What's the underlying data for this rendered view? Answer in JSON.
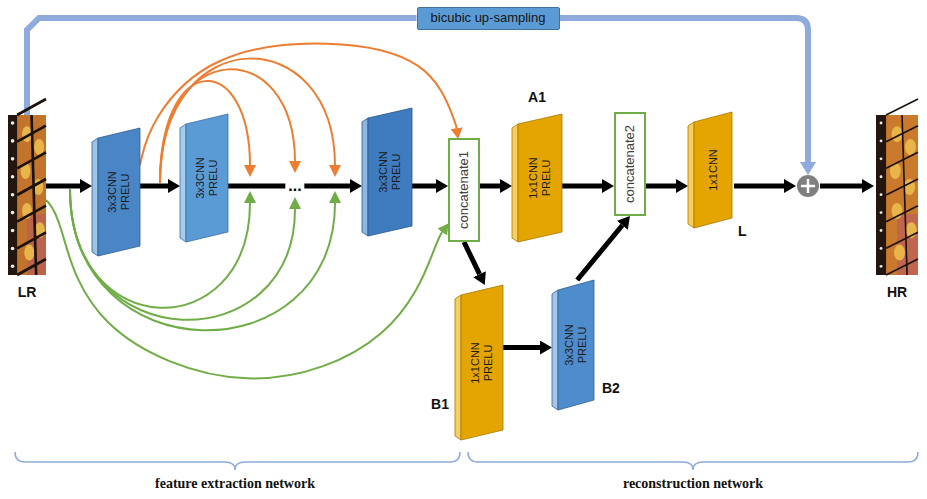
{
  "diagram": {
    "nodes": [
      {
        "text": [
          "bicubic up-sampling"
        ]
      },
      {
        "text": [
          "LR"
        ]
      },
      {
        "text": [
          "3x3CNN PRELU"
        ]
      },
      {
        "text": [
          "3x3CNN PRELU"
        ]
      },
      {
        "text": [
          "3x3CNN PRELU"
        ]
      },
      {
        "text": [
          "concatenate1"
        ]
      },
      {
        "text": [
          "A1",
          "1x1CNN PRELU"
        ]
      },
      {
        "text": [
          "concatenate2"
        ]
      },
      {
        "text": [
          "1x1CNN",
          "L"
        ]
      },
      {
        "text": [
          "HR"
        ]
      },
      {
        "text": [
          "1x1CNN PRELU",
          "B1"
        ]
      },
      {
        "text": [
          "3x3CNN PRELU",
          "B2"
        ]
      }
    ],
    "edges": [
      {
        "from": 1,
        "to": 0,
        "arrow": "none"
      },
      {
        "from": 1,
        "to": 2,
        "arrow": "to"
      },
      {
        "from": 2,
        "to": 3,
        "arrow": "to"
      },
      {
        "from": 3,
        "to": 4,
        "label": "...",
        "arrow": "to"
      },
      {
        "from": 4,
        "to": 5,
        "arrow": "to"
      },
      {
        "from": 1,
        "to": 5,
        "arrow": "to"
      },
      {
        "from": 2,
        "to": 5,
        "arrow": "to"
      },
      {
        "from": 5,
        "to": 6,
        "arrow": "to"
      },
      {
        "from": 5,
        "to": 10,
        "arrow": "to"
      },
      {
        "from": 10,
        "to": 11,
        "arrow": "to"
      },
      {
        "from": 6,
        "to": 7,
        "arrow": "to"
      },
      {
        "from": 11,
        "to": 7,
        "arrow": "to"
      },
      {
        "from": 7,
        "to": 8,
        "arrow": "to"
      }
    ],
    "labels": [
      "feature extraction network",
      "reconstruction network"
    ]
  }
}
